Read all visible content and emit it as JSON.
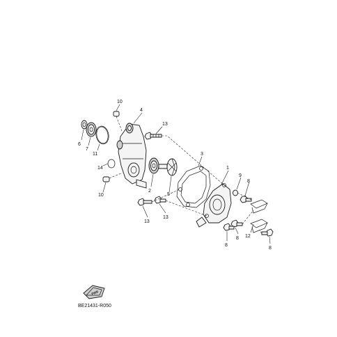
{
  "diagram": {
    "callouts": [
      "10",
      "4",
      "6",
      "7",
      "11",
      "13",
      "3",
      "1",
      "9",
      "8",
      "14",
      "2",
      "5",
      "10",
      "13",
      "13",
      "12",
      "8",
      "8",
      "8"
    ],
    "fwd_label": "FWD",
    "code": "BE21431-R050"
  }
}
